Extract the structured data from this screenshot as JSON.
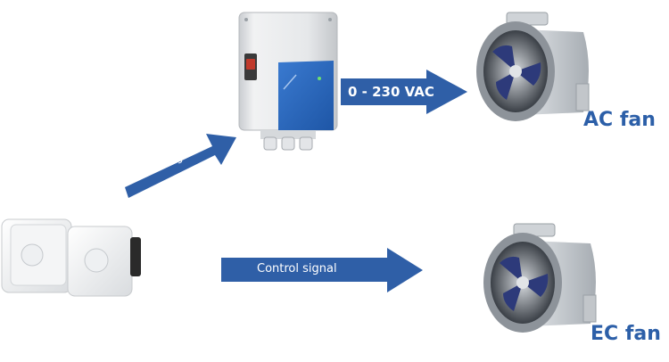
{
  "colors": {
    "arrow": "#2f5fa7",
    "label": "#2c5fa8",
    "controller_panel": "#2a66b8",
    "fan_metal": "#b9bec4",
    "fan_blade": "#2d3a7a"
  },
  "icons": [
    "speed-controller-device",
    "dimmer-switch-device",
    "inline-duct-fan"
  ],
  "arrows": {
    "to_controller": "Control signal",
    "to_ac_fan": "0 - 230 VAC",
    "to_ec_fan": "Control signal"
  },
  "fans": {
    "ac": "AC fan",
    "ec": "EC fan"
  }
}
